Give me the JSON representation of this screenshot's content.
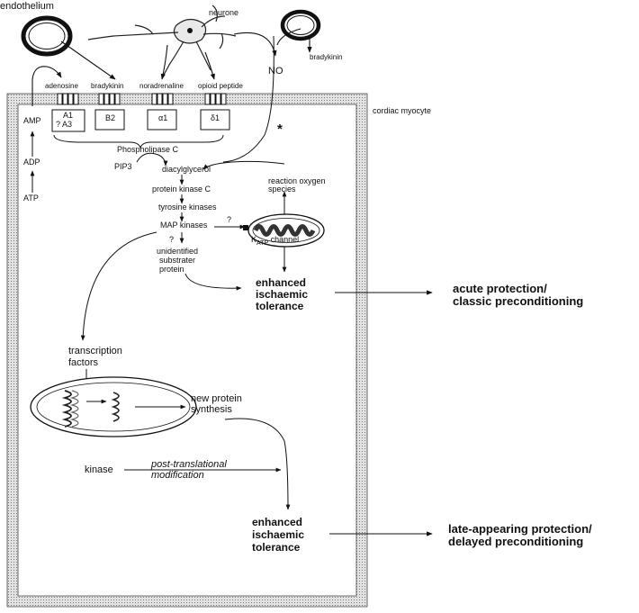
{
  "top": {
    "endothelium": "endothelium",
    "neurone": "neurone",
    "no": "NO",
    "bradykinin_right": "bradykinin"
  },
  "receptors": {
    "adenosine": "adenosine",
    "bradykinin": "bradykinin",
    "noradrenaline": "noradrenaline",
    "opioid": "opioid peptide",
    "a1": "A1",
    "a3": "? A3",
    "b2": "B2",
    "alpha1": "α1",
    "delta1": "δ1"
  },
  "cell": {
    "label": "cordiac myocyte",
    "asterisk": "*"
  },
  "nucleotides": {
    "amp": "AMP",
    "adp": "ADP",
    "atp": "ATP"
  },
  "pathway": {
    "plc": "Phospholipase C",
    "pip3": "PIP3",
    "dag": "diacylglycerol",
    "pkc": "protein kinase C",
    "tyrosine": "tyrosine kinases",
    "map": "MAP kinases",
    "q1": "?",
    "q2": "?",
    "substrate_1": "unidentified",
    "substrate_2": "substrater",
    "substrate_3": "protein",
    "ros_1": "reaction oxygen",
    "ros_2": "species",
    "katp_k": "K",
    "katp_sub": "ATP",
    "katp_channel": "channel"
  },
  "outcome1": {
    "l1": "enhanced",
    "l2": "ischaemic",
    "l3": "tolerance",
    "result_1": "acute protection/",
    "result_2": "classic preconditioning"
  },
  "late": {
    "tf_1": "transcription",
    "tf_2": "factors",
    "nps_1": "new protein",
    "nps_2": "synthesis",
    "kinase": "kinase",
    "ptm_1": "post-translational",
    "ptm_2": "modification"
  },
  "outcome2": {
    "l1": "enhanced",
    "l2": "ischaemic",
    "l3": "tolerance",
    "result_1": "late-appearing protection/",
    "result_2": "delayed preconditioning"
  }
}
